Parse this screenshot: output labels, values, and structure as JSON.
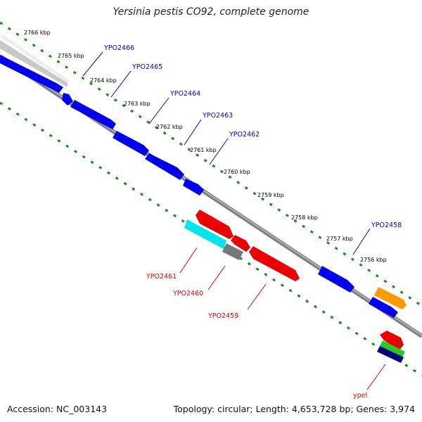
{
  "title": "Yersinia pestis CO92, complete genome",
  "accession": "Accession: NC_003143",
  "summary": "Topology: circular; Length: 4,653,728 bp; Genes: 3,974",
  "colors": {
    "backbone": "#808080",
    "ticks": "#1a8c1a",
    "forward_label": "#0000cc",
    "reverse_label": "#dd0000",
    "forward_gene": "#0000ee",
    "reverse_gene": "#ee0000",
    "cyan_gene": "#00e5ee",
    "gray_gene": "#777777",
    "orange_gene": "#ff9900",
    "green_gene": "#22cc22",
    "navy_gene": "#000080",
    "silver_gene": "#c8c8c8"
  },
  "scale_labels": [
    "2766 kbp",
    "2765 kbp",
    "2764 kbp",
    "2763 kbp",
    "2762 kbp",
    "2761 kbp",
    "2760 kbp",
    "2759 kbp",
    "2758 kbp",
    "2757 kbp",
    "2756 kbp"
  ],
  "forward_gene_labels": [
    "YPO2466",
    "YPO2465",
    "YPO2464",
    "YPO2463",
    "YPO2462",
    "YPO2458"
  ],
  "reverse_gene_labels": [
    "YPO2461",
    "YPO2460",
    "YPO2459",
    "ypeI"
  ]
}
